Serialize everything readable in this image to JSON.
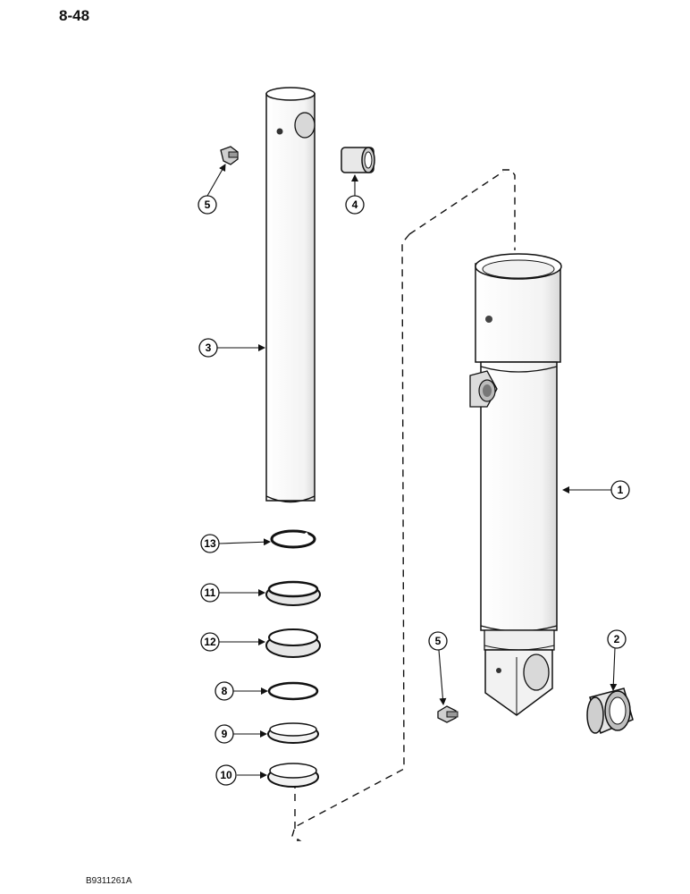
{
  "page": {
    "page_number": "8-48",
    "figure_code": "B9311261A"
  },
  "callouts": {
    "c1": "1",
    "c2": "2",
    "c3": "3",
    "c4": "4",
    "c5a": "5",
    "c5b": "5",
    "c8": "8",
    "c9": "9",
    "c10": "10",
    "c11": "11",
    "c12": "12",
    "c13": "13"
  }
}
